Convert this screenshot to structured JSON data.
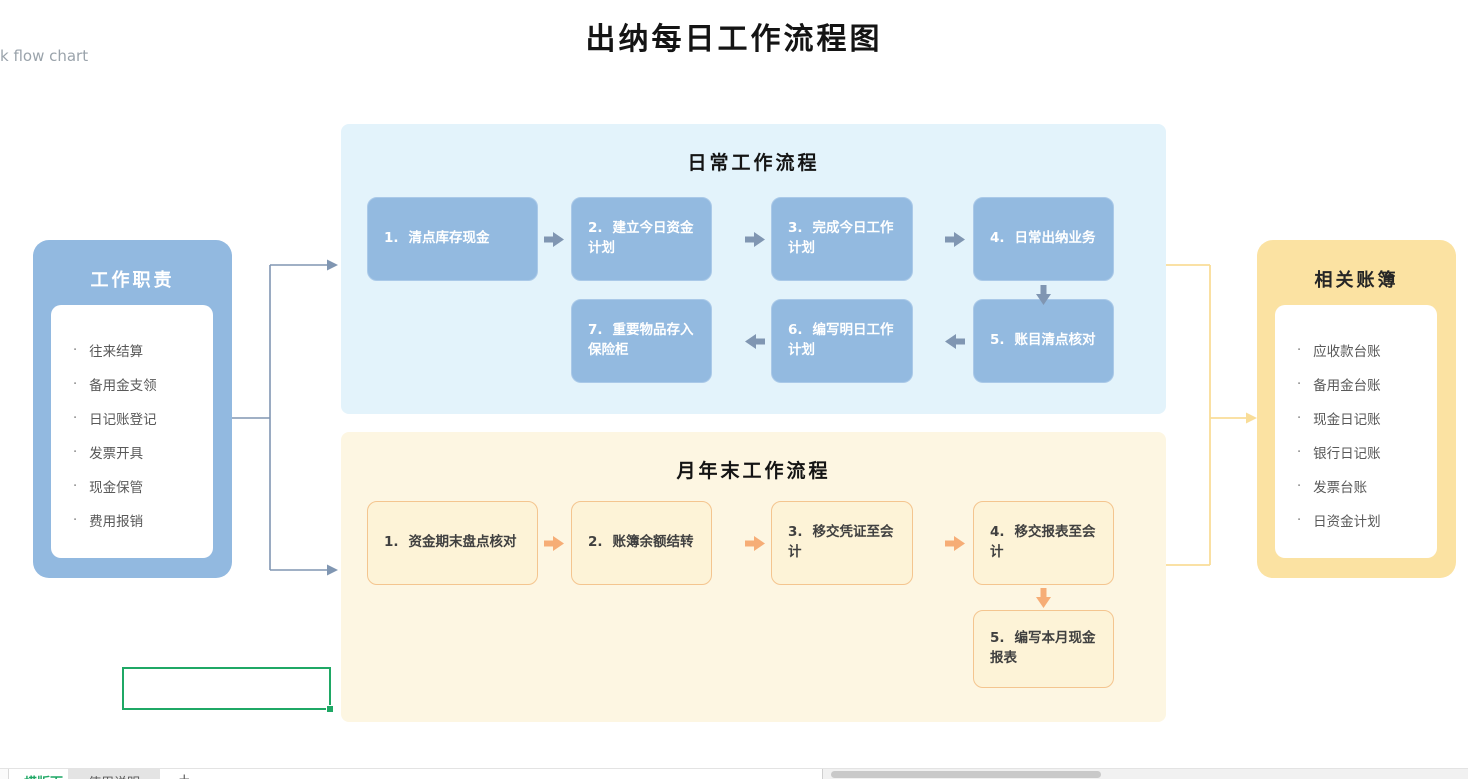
{
  "page": {
    "title": "出纳每日工作流程图",
    "corner_text": "k flow chart"
  },
  "left_panel": {
    "title": "工作职责",
    "bullet": "·",
    "items": [
      {
        "label": "往来结算"
      },
      {
        "label": "备用金支领"
      },
      {
        "label": "日记账登记"
      },
      {
        "label": "发票开具"
      },
      {
        "label": "现金保管"
      },
      {
        "label": "费用报销"
      }
    ]
  },
  "daily_flow": {
    "title": "日常工作流程",
    "steps": [
      {
        "num": "1.",
        "text": "清点库存现金"
      },
      {
        "num": "2.",
        "text": "建立今日资金计划"
      },
      {
        "num": "3.",
        "text": "完成今日工作计划"
      },
      {
        "num": "4.",
        "text": "日常出纳业务"
      },
      {
        "num": "5.",
        "text": "账目清点核对"
      },
      {
        "num": "6.",
        "text": "编写明日工作计划"
      },
      {
        "num": "7.",
        "text": "重要物品存入保险柜"
      }
    ]
  },
  "monthly_flow": {
    "title": "月年末工作流程",
    "steps": [
      {
        "num": "1.",
        "text": "资金期末盘点核对"
      },
      {
        "num": "2.",
        "text": "账簿余额结转"
      },
      {
        "num": "3.",
        "text": "移交凭证至会计"
      },
      {
        "num": "4.",
        "text": "移交报表至会计"
      },
      {
        "num": "5.",
        "text": "编写本月现金报表"
      }
    ]
  },
  "right_panel": {
    "title": "相关账簿",
    "bullet": "·",
    "items": [
      {
        "label": "应收款台账"
      },
      {
        "label": "备用金台账"
      },
      {
        "label": "现金日记账"
      },
      {
        "label": "银行日记账"
      },
      {
        "label": "发票台账"
      },
      {
        "label": "日资金计划"
      }
    ]
  },
  "sheet_bar": {
    "tabs": [
      {
        "label": "横版面",
        "active": true
      },
      {
        "label": "使用说明",
        "active": false
      }
    ],
    "add_label": "+"
  },
  "colors": {
    "blue_shape": "#93bae0",
    "blue_panel_bg": "#e3f3fb",
    "slate_arrow": "#8096b2",
    "yellow_shape_bg": "#fdf3d7",
    "yellow_shape_border": "#f4c58f",
    "cream_panel_bg": "#fdf6e2",
    "gold_box": "#fbe2a2",
    "gold_connector": "#f9dd98",
    "orange_arrow": "#f6ad76",
    "selection_green": "#1fa865"
  }
}
